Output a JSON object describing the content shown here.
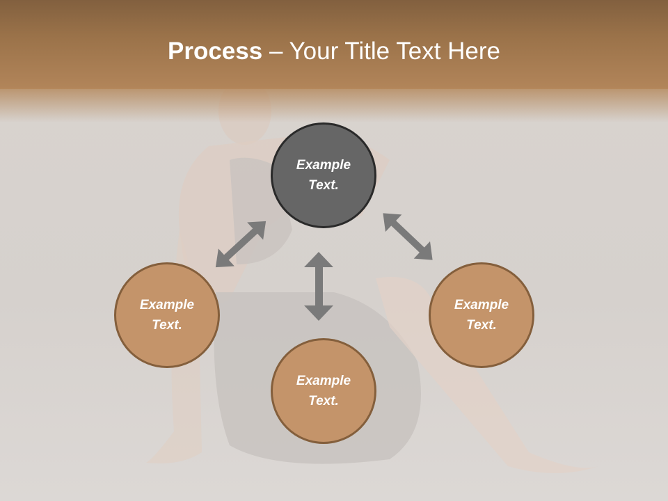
{
  "slide": {
    "title_bold": "Process",
    "title_rest": " – Your Title Text Here"
  },
  "nodes": [
    {
      "id": "top",
      "line1": "Example",
      "line2": "Text.",
      "color": "#666666",
      "border": "#2a2a2a"
    },
    {
      "id": "left",
      "line1": "Example",
      "line2": "Text.",
      "color": "#c4946a",
      "border": "#845f3c"
    },
    {
      "id": "right",
      "line1": "Example",
      "line2": "Text.",
      "color": "#c4946a",
      "border": "#845f3c"
    },
    {
      "id": "bottom",
      "line1": "Example",
      "line2": "Text.",
      "color": "#c4946a",
      "border": "#845f3c"
    }
  ],
  "colors": {
    "header_top": "#82603f",
    "header_bottom": "#b2855a",
    "arrow": "#7a7a7a",
    "background": "#d8d3cf"
  }
}
